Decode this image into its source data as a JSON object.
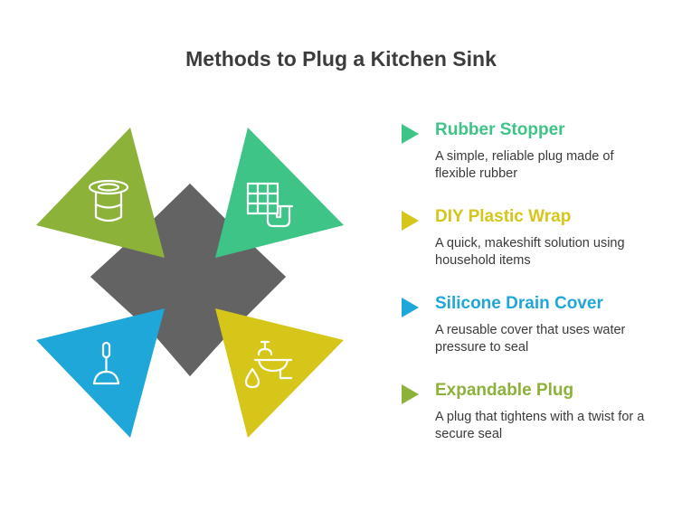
{
  "title": "Methods to Plug a Kitchen Sink",
  "colors": {
    "center": "#636363",
    "green_light": "#8cb23a",
    "green_teal": "#3ec486",
    "blue": "#1ea7d8",
    "yellow": "#d6c61a",
    "icon_stroke": "#ffffff"
  },
  "quadrants": [
    {
      "position": "top-left",
      "icon": "sink-strainer-icon",
      "color": "#8cb23a"
    },
    {
      "position": "top-right",
      "icon": "tile-pipe-icon",
      "color": "#3ec486"
    },
    {
      "position": "bottom-left",
      "icon": "plunger-icon",
      "color": "#1ea7d8"
    },
    {
      "position": "bottom-right",
      "icon": "faucet-drop-icon",
      "color": "#d6c61a"
    }
  ],
  "items": [
    {
      "title": "Rubber Stopper",
      "description": "A simple, reliable plug made of flexible rubber",
      "color": "#3ec486"
    },
    {
      "title": "DIY Plastic Wrap",
      "description": "A quick, makeshift solution using household items",
      "color": "#d6c61a"
    },
    {
      "title": "Silicone Drain Cover",
      "description": "A reusable cover that uses water pressure to seal",
      "color": "#1ea7d8"
    },
    {
      "title": "Expandable Plug",
      "description": "A plug that tightens with a twist for a secure seal",
      "color": "#8cb23a"
    }
  ]
}
